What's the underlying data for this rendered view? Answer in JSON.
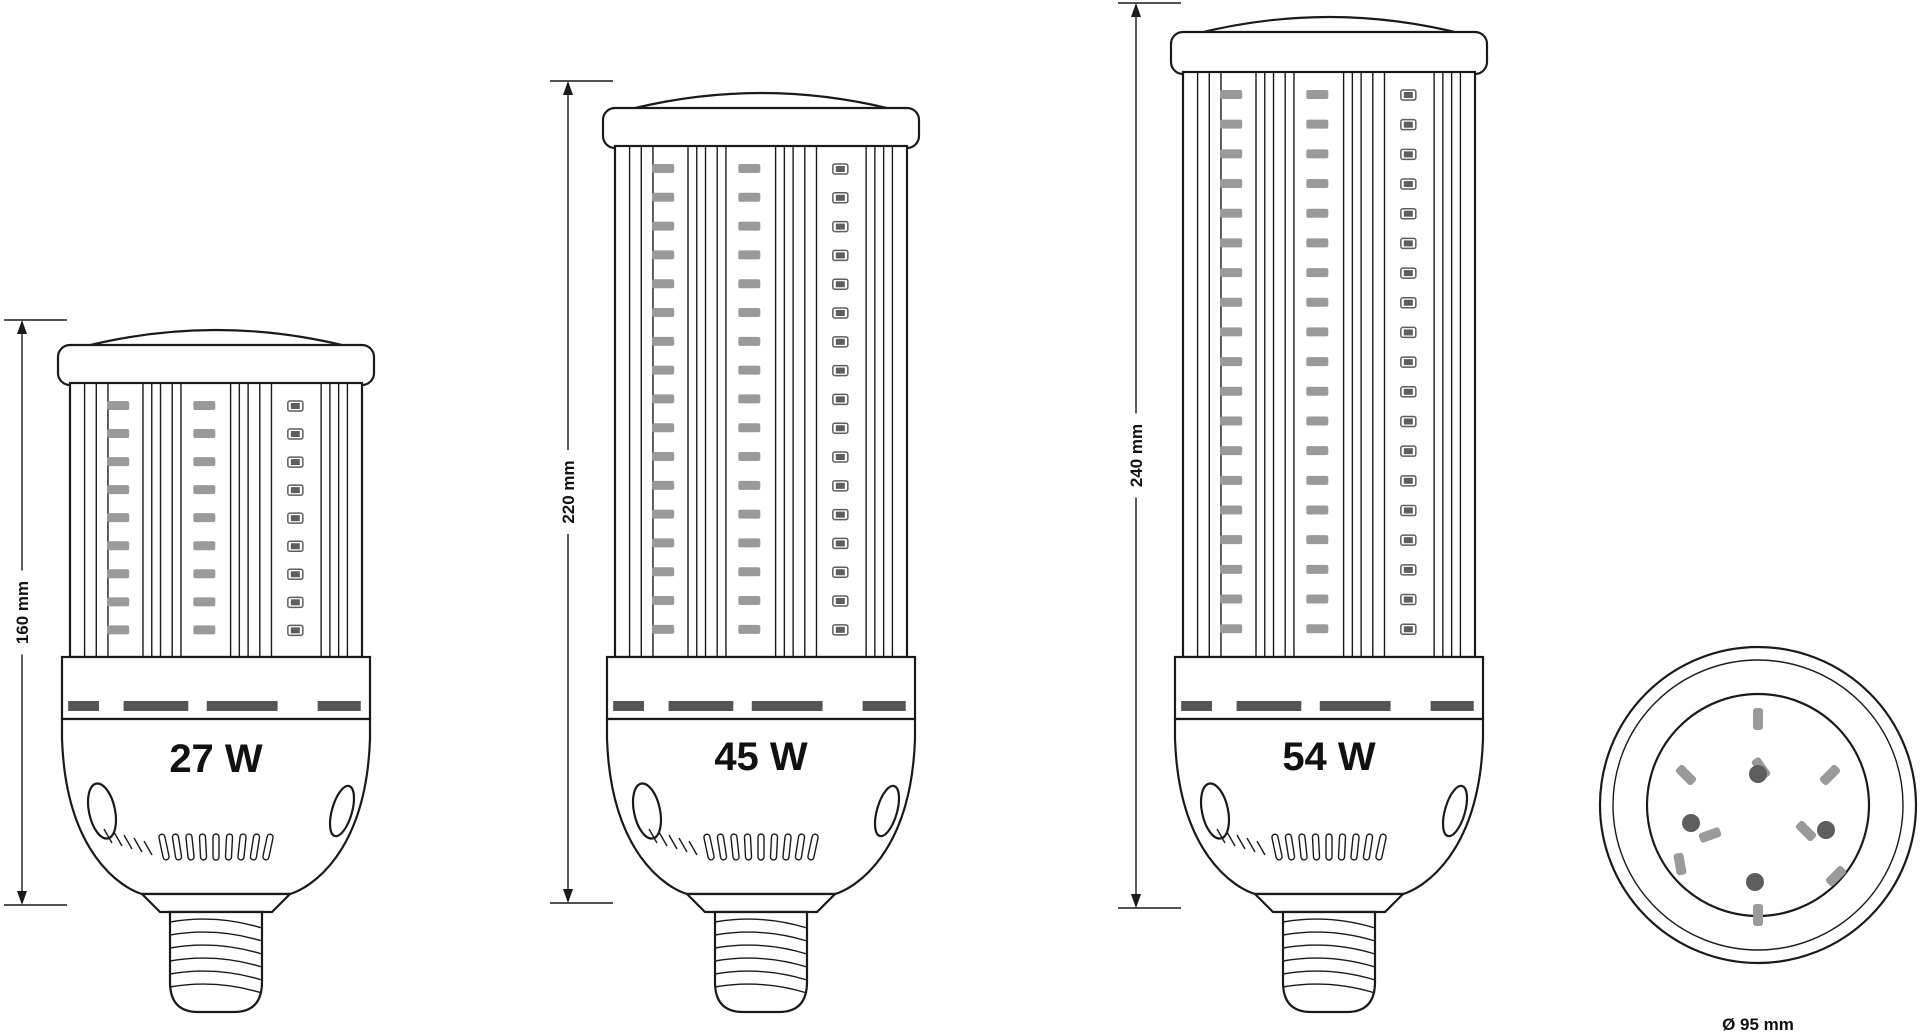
{
  "colors": {
    "line": "#1a1a1a",
    "led_light": "#9a9a9a",
    "led_dark": "#5e5e5e",
    "band": "#555555",
    "background": "#ffffff"
  },
  "bulbs": [
    {
      "id": "27w",
      "wattage": "27 W",
      "height_label": "160 mm"
    },
    {
      "id": "45w",
      "wattage": "45 W",
      "height_label": "220 mm"
    },
    {
      "id": "54w",
      "wattage": "54 W",
      "height_label": "240 mm"
    }
  ],
  "top_view": {
    "diameter_label": "Ø 95 mm"
  }
}
